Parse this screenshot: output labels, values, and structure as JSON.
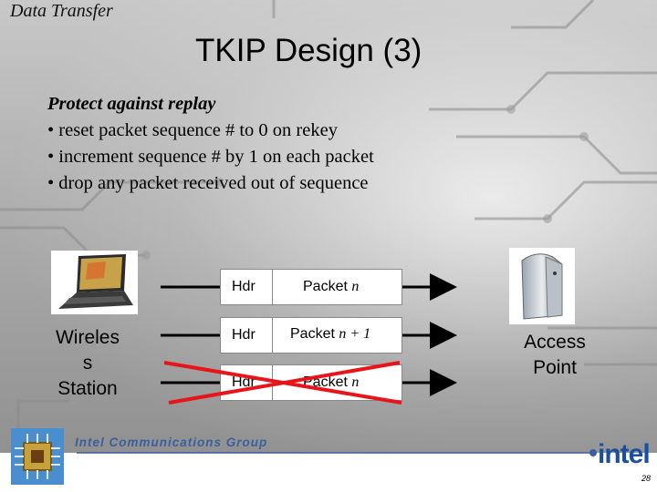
{
  "header": {
    "category": "Data Transfer"
  },
  "title": "TKIP Design (3)",
  "body": {
    "heading": "Protect against replay",
    "bullets": [
      "• reset packet sequence # to 0 on rekey",
      "• increment sequence # by 1 on each packet",
      "• drop any packet received out of sequence"
    ]
  },
  "diagram": {
    "sender_label": [
      "Wireles",
      "s",
      "Station"
    ],
    "receiver_label": [
      "Access",
      "Point"
    ],
    "packets": [
      {
        "hdr": "Hdr",
        "prefix": "Packet ",
        "seq": "n",
        "accepted": true
      },
      {
        "hdr": "Hdr",
        "prefix": "Packet ",
        "seq": "n + 1",
        "accepted": true
      },
      {
        "hdr": "Hdr",
        "prefix": "Packet ",
        "seq": "n",
        "accepted": false
      }
    ],
    "colors": {
      "reject": "#e8141a",
      "arrow": "#000000"
    }
  },
  "footer": {
    "group": "Intel Communications Group",
    "brand": "intel",
    "page": "28"
  }
}
